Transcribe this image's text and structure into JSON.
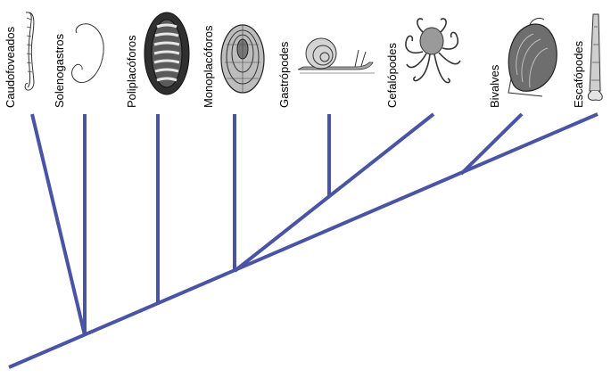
{
  "tree": {
    "branch_color": "#4a54a4",
    "taxa": [
      {
        "label": "Caudofoveados",
        "icon": "caudofoveate-worm-icon"
      },
      {
        "label": "Solenogastros",
        "icon": "solenogaster-worm-icon"
      },
      {
        "label": "Poliplacóforos",
        "icon": "chiton-icon"
      },
      {
        "label": "Monoplacóforos",
        "icon": "monoplacophoran-shell-icon"
      },
      {
        "label": "Gastrópodes",
        "icon": "snail-icon"
      },
      {
        "label": "Cefalópodes",
        "icon": "octopus-icon"
      },
      {
        "label": "Bivalves",
        "icon": "clam-icon"
      },
      {
        "label": "Escafópodes",
        "icon": "tusk-shell-icon"
      }
    ]
  }
}
